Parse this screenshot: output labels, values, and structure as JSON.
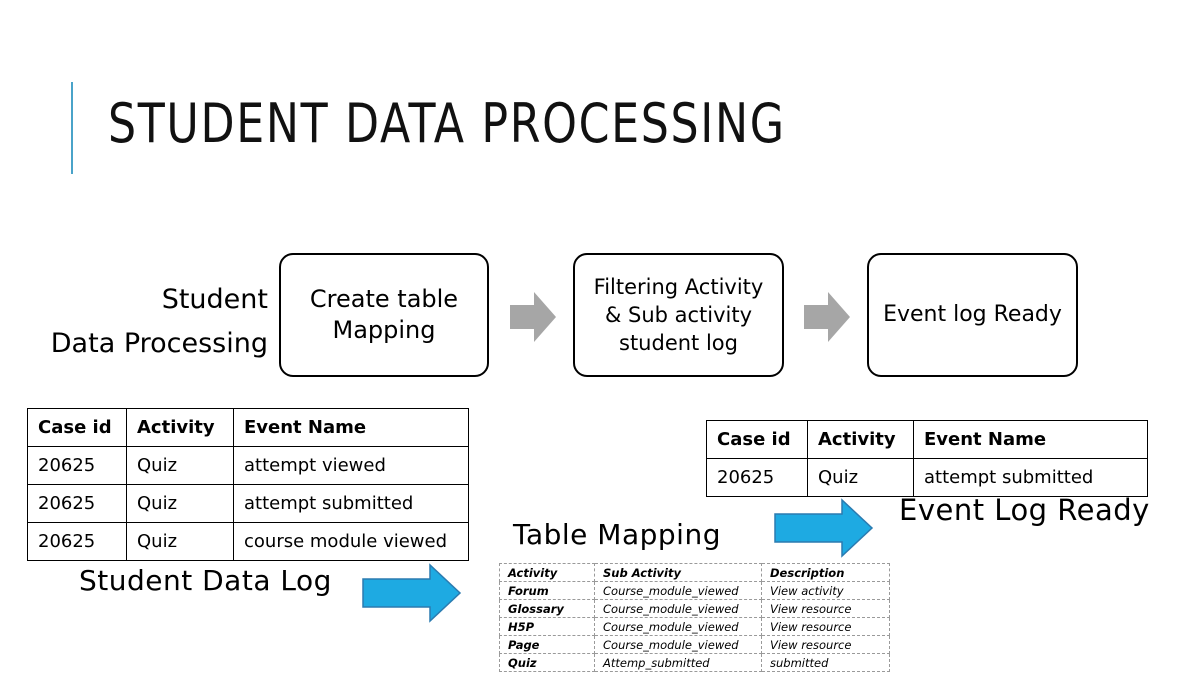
{
  "title": "STUDENT DATA PROCESSING",
  "flow": {
    "label_lines": [
      "Student",
      "Data Processing"
    ],
    "steps": [
      {
        "lines": [
          "Create table",
          "Mapping"
        ]
      },
      {
        "lines": [
          "Filtering Activity",
          "& Sub activity",
          "student log"
        ]
      },
      {
        "lines": [
          "Event log Ready"
        ]
      }
    ]
  },
  "student_table": {
    "headers": [
      "Case id",
      "Activity",
      "Event Name"
    ],
    "rows": [
      [
        "20625",
        "Quiz",
        "attempt viewed"
      ],
      [
        "20625",
        "Quiz",
        "attempt submitted"
      ],
      [
        "20625",
        "Quiz",
        "course module viewed"
      ]
    ]
  },
  "event_table": {
    "headers": [
      "Case id",
      "Activity",
      "Event Name"
    ],
    "rows": [
      [
        "20625",
        "Quiz",
        "attempt submitted"
      ]
    ]
  },
  "captions": {
    "student_log": "Student Data Log",
    "table_mapping": "Table Mapping",
    "event_log_ready": "Event Log Ready"
  },
  "mapping_table": {
    "headers": [
      "Activity",
      "Sub Activity",
      "Description"
    ],
    "rows": [
      [
        "Forum",
        "Course_module_viewed",
        "View activity"
      ],
      [
        "Glossary",
        "Course_module_viewed",
        "View resource"
      ],
      [
        "H5P",
        "Course_module_viewed",
        "View resource"
      ],
      [
        "Page",
        "Course_module_viewed",
        "View resource"
      ],
      [
        "Quiz",
        "Attemp_submitted",
        "submitted"
      ]
    ]
  },
  "colors": {
    "accent_bar": "#4aa3c9",
    "gray_arrow": "#a6a6a6",
    "blue_arrow_fill": "#1eaae2",
    "blue_arrow_stroke": "#2b7bb0"
  }
}
